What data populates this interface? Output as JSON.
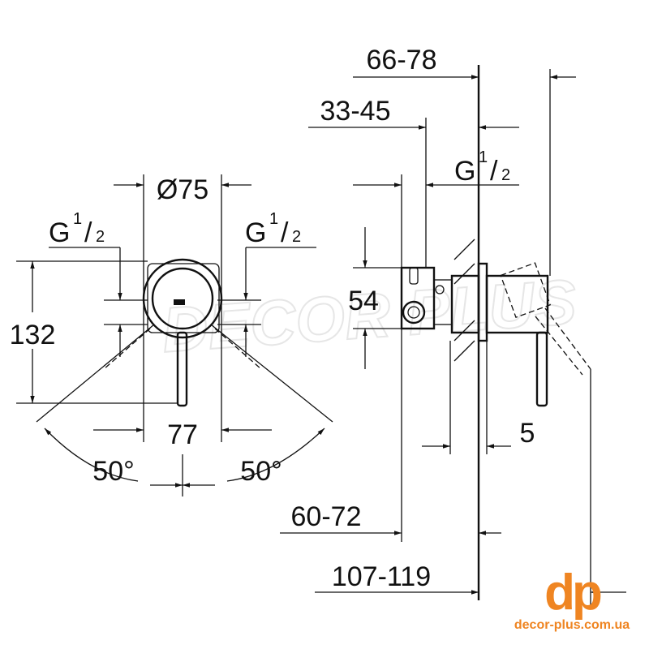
{
  "watermark": "DECOR PLUS",
  "front_view": {
    "diameter": "Ø75",
    "left_thread": {
      "main": "G",
      "num": "1",
      "den": "2"
    },
    "right_thread": {
      "main": "G",
      "num": "1",
      "den": "2"
    },
    "height": "132",
    "width": "77",
    "angle_left": "50°",
    "angle_right": "50°"
  },
  "side_view": {
    "depth_total": "66-78",
    "depth_body": "33-45",
    "thread": {
      "main": "G",
      "num": "1",
      "den": "2"
    },
    "body_height": "54",
    "plate": "5",
    "wall_min": "60-72",
    "overall": "107-119"
  },
  "logo": {
    "mark": "dp",
    "url": "decor-plus.com.ua",
    "color": "#ef8522"
  }
}
